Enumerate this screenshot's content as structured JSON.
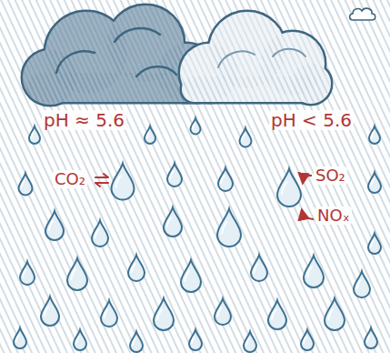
{
  "diagram": {
    "labels": [
      "pH ≈ 5.6",
      "pH < 5.6",
      "CO₂",
      "SO₂",
      "NOₓ"
    ]
  }
}
